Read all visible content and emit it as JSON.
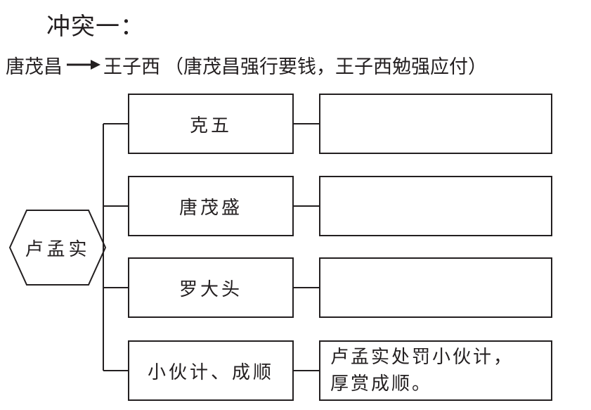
{
  "title": "冲突一：",
  "relation": {
    "from": "唐茂昌",
    "to": "王子西",
    "note": "（唐茂昌强行要钱，王子西勉强应付）"
  },
  "center": {
    "label": "卢孟实"
  },
  "branches": [
    {
      "label": "克五",
      "result": ""
    },
    {
      "label": "唐茂盛",
      "result": ""
    },
    {
      "label": "罗大头",
      "result": ""
    },
    {
      "label": "小伙计、成顺",
      "result": "卢孟实处罚小伙计，\n厚赏成顺。"
    }
  ]
}
